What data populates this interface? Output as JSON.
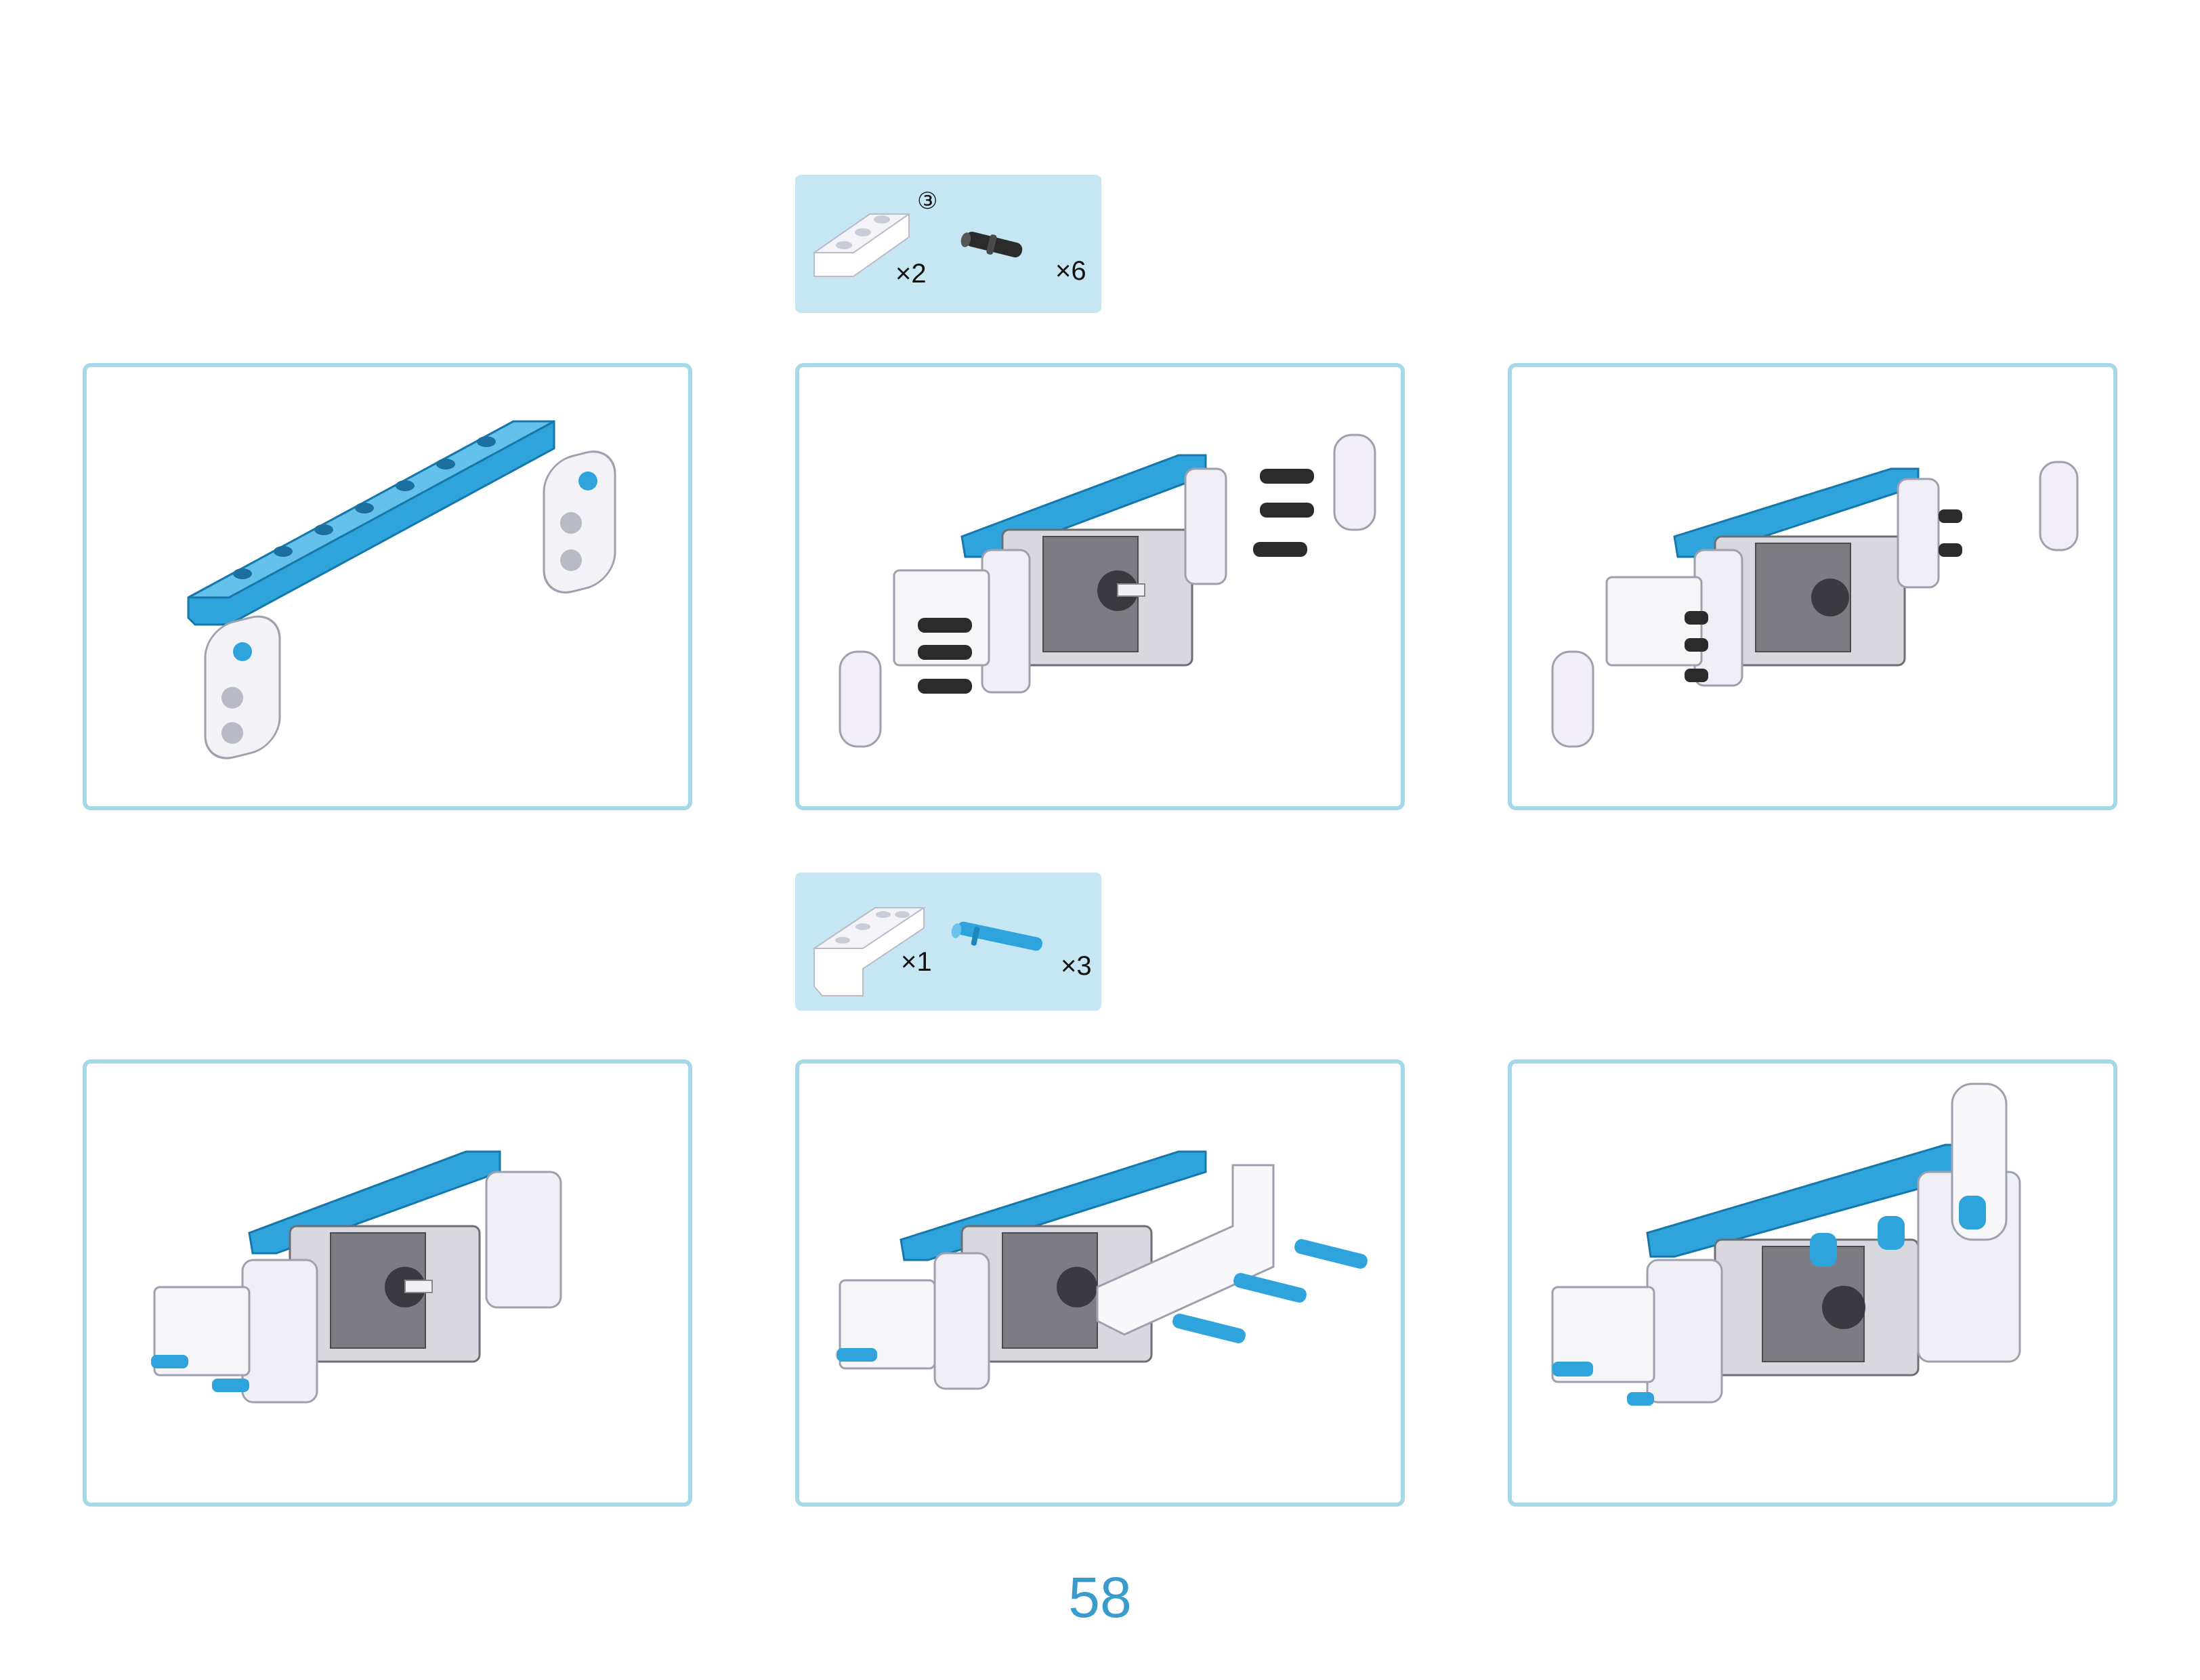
{
  "page_number": "58",
  "colors": {
    "accent_blue": "#3a9ccd",
    "frame_border": "#a5d8e8",
    "parts_box_bg": "#c6e6f3",
    "beam_blue": "#2fa3dc",
    "beam_white": "#ececf4",
    "pin_black": "#2b2b2b",
    "motor_gray": "#7c7c82"
  },
  "parts_lists": [
    {
      "items": [
        {
          "icon": "white-3-hole-beam-icon",
          "quantity": "×2",
          "size_mark": "③"
        },
        {
          "icon": "black-connector-pin-icon",
          "quantity": "×6"
        }
      ]
    },
    {
      "items": [
        {
          "icon": "white-l-beam-icon",
          "quantity": "×1"
        },
        {
          "icon": "blue-axle-pin-icon",
          "quantity": "×3"
        }
      ]
    }
  ],
  "steps": [
    {
      "illustration": "blue-beam-with-white-end-beams"
    },
    {
      "illustration": "motor-assembly-with-black-pins-exploded"
    },
    {
      "illustration": "motor-assembly-pins-inserted"
    },
    {
      "illustration": "motor-assembly-with-side-beams"
    },
    {
      "illustration": "motor-assembly-with-l-beam-and-blue-pins-exploded"
    },
    {
      "illustration": "completed-motor-assembly"
    }
  ]
}
